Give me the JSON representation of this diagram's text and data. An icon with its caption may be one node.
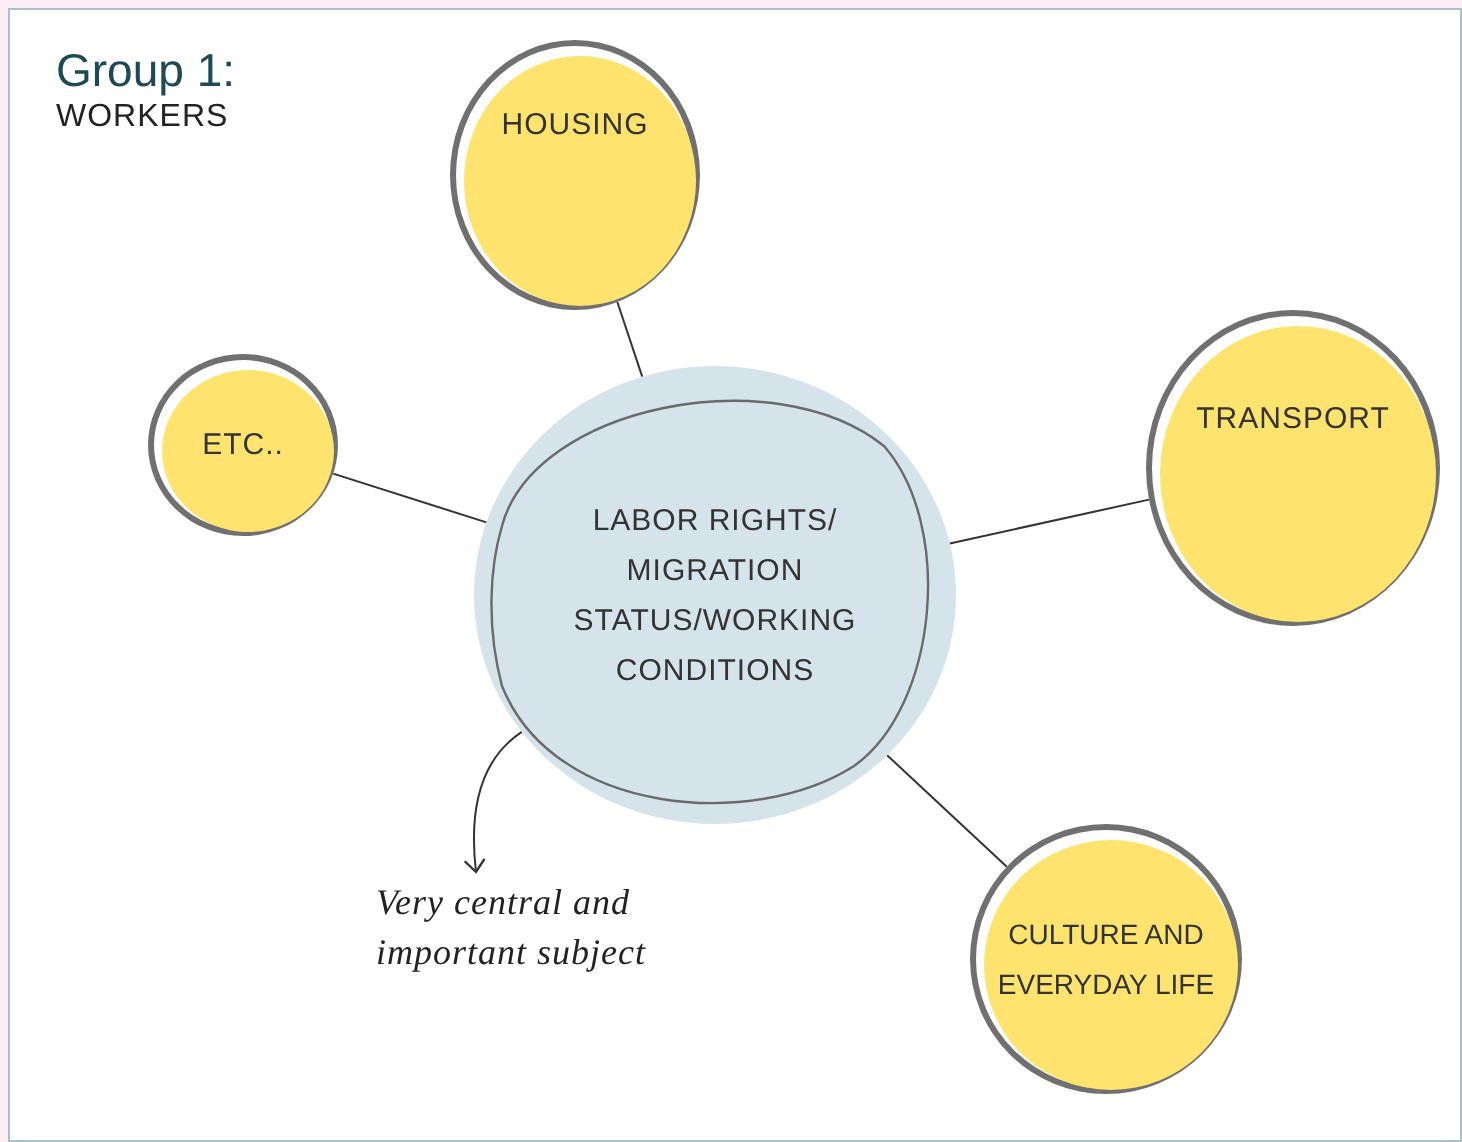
{
  "diagram": {
    "title": "Group 1:",
    "nodes": [
      {
        "text": [
          "LABOR RIGHTS/ MIGRATION STATUS/WORKING CONDITIONS"
        ]
      },
      {
        "text": [
          "HOUSING"
        ]
      },
      {
        "text": [
          "ETC.."
        ]
      },
      {
        "text": [
          "TRANSPORT"
        ]
      },
      {
        "text": [
          "CULTURE AND EVERYDAY LIFE"
        ]
      },
      {
        "text": [
          "Very central and important subject"
        ]
      }
    ],
    "edges": [
      {
        "from": 1,
        "to": 0,
        "arrow": "none"
      },
      {
        "from": 2,
        "to": 0,
        "arrow": "none"
      },
      {
        "from": 3,
        "to": 0,
        "arrow": "none"
      },
      {
        "from": 4,
        "to": 0,
        "arrow": "none"
      },
      {
        "from": 0,
        "to": 5,
        "arrow": "to"
      }
    ],
    "labels": [
      "WORKERS"
    ]
  }
}
